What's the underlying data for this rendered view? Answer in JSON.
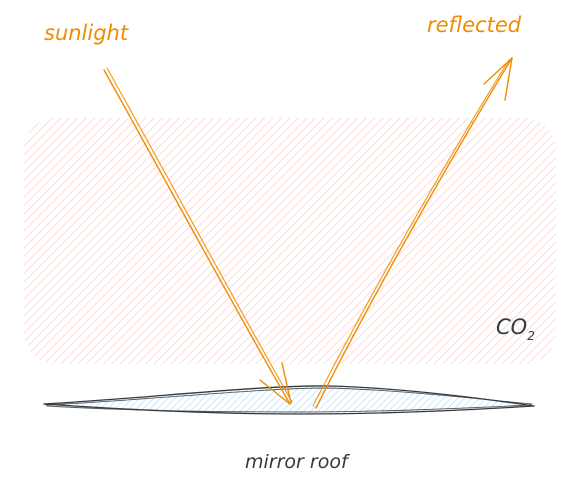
{
  "labels": {
    "sunlight": "sunlight",
    "reflected": "reflected",
    "co2_main": "CO",
    "co2_sub": "2",
    "mirror": "mirror roof"
  },
  "colors": {
    "arrow": "#f08c00",
    "label_orange": "#f08c00",
    "co2_hatch": "#ffc9c9",
    "mirror_hatch": "#a5d8ff",
    "mirror_stroke": "#343a40",
    "text_dark": "#343a40"
  }
}
